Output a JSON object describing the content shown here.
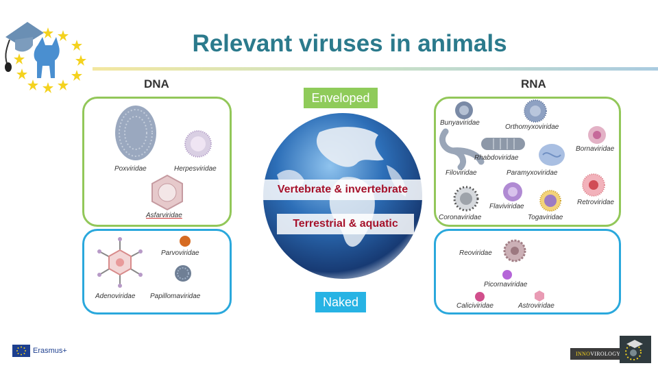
{
  "slide": {
    "title": "Relevant viruses in animals"
  },
  "dna": {
    "header": "DNA",
    "enveloped": [
      "Poxviridae",
      "Herpesviridae",
      "Asfarviridae"
    ],
    "naked": [
      "Parvoviridae",
      "Adenoviridae",
      "Papillomaviridae"
    ]
  },
  "rna": {
    "header": "RNA",
    "enveloped": [
      "Bunyaviridae",
      "Orthomyxoviridae",
      "Bornaviridae",
      "Filoviridae",
      "Rhabdoviridae",
      "Paramyxoviridae",
      "Retroviridae",
      "Coronaviridae",
      "Flaviviridae",
      "Togaviridae"
    ],
    "naked": [
      "Reoviridae",
      "Picornaviridae",
      "Caliciviridae",
      "Astroviridae"
    ]
  },
  "center": {
    "enveloped_label": "Enveloped",
    "naked_label": "Naked",
    "band1": "Vertebrate & invertebrate",
    "band2": "Terrestrial & aquatic"
  },
  "footer": {
    "erasmus": "Erasmus+",
    "innov_prefix": "INNO",
    "innov_suffix": "VIROLOGY"
  },
  "colors": {
    "title": "#2b7a8c",
    "enveloped_box": "#92c759",
    "naked_box": "#2aa8dc",
    "band_text": "#a6122b"
  }
}
